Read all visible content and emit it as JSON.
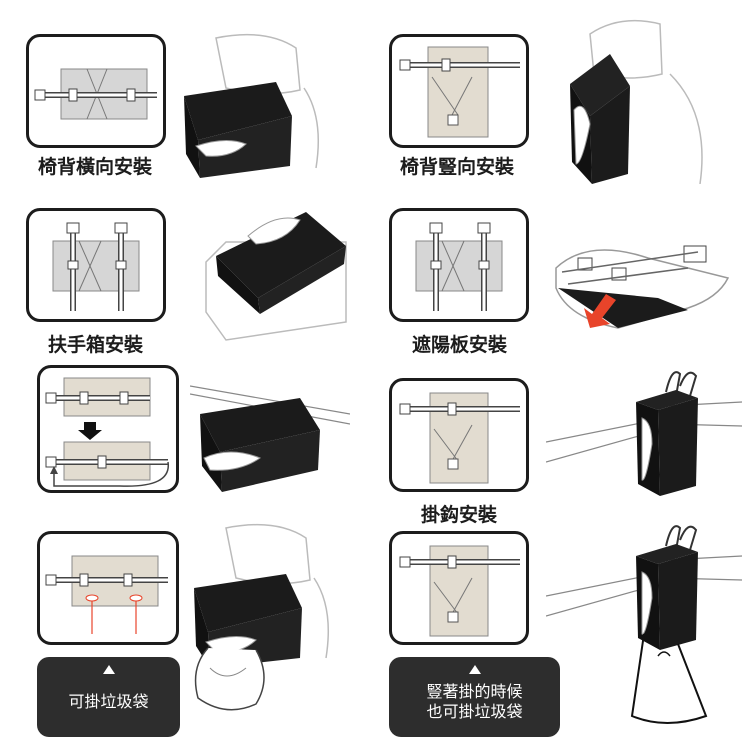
{
  "captions": {
    "seat_horizontal": "椅背橫向安裝",
    "seat_vertical": "椅背豎向安裝",
    "armrest": "扶手箱安裝",
    "sun_visor": "遮陽板安裝",
    "hook": "掛鈎安裝"
  },
  "notes": {
    "trash_bag": "可掛垃圾袋",
    "hanging_line1": "豎著掛的時候",
    "hanging_line2": "也可掛垃圾袋"
  },
  "colors": {
    "frame": "#1c1c1c",
    "panel": "#d6d6d6",
    "panel_warm": "#e2dcd0",
    "box": "#1b1b1b",
    "arrow_red": "#e8442a",
    "note_bg": "#2d2d2d"
  }
}
